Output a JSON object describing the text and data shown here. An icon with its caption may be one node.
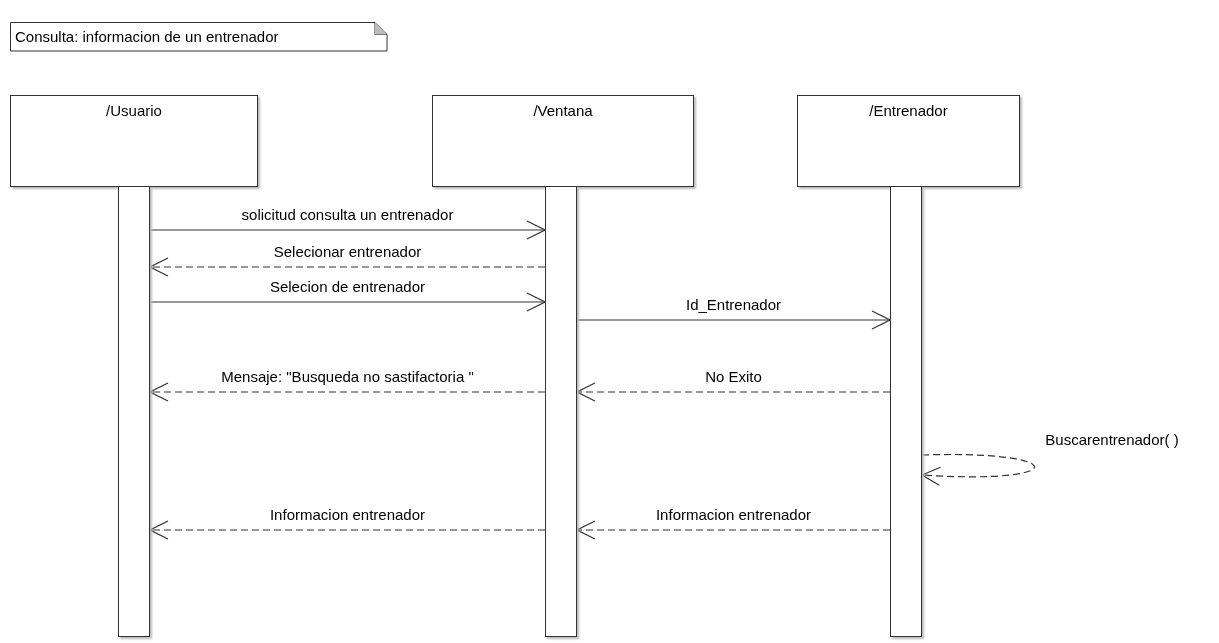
{
  "diagram": {
    "nodes": [
      {
        "text": [
          "Consulta: informacion de un entrenador"
        ]
      },
      {
        "text": [
          "/Usuario"
        ]
      },
      {
        "text": [
          "/Ventana"
        ]
      },
      {
        "text": [
          "/Entrenador"
        ]
      },
      {
        "text": [],
        "shape": "bar"
      },
      {
        "text": [],
        "shape": "bar"
      },
      {
        "text": [],
        "shape": "bar"
      }
    ],
    "edges": [
      {
        "from": 4,
        "to": 5,
        "arrow": "to",
        "label": "solicitud consulta un entrenador"
      },
      {
        "from": 5,
        "to": 4,
        "arrow": "to",
        "label": "Selecionar entrenador",
        "style": "dashed"
      },
      {
        "from": 4,
        "to": 5,
        "arrow": "to",
        "label": "Selecion de entrenador"
      },
      {
        "from": 5,
        "to": 6,
        "arrow": "to",
        "label": "Id_Entrenador"
      },
      {
        "from": 5,
        "to": 4,
        "arrow": "to",
        "label": "Mensaje: \"Busqueda no sastifactoria \"",
        "style": "dashed"
      },
      {
        "from": 6,
        "to": 5,
        "arrow": "to",
        "label": "No Exito",
        "style": "dashed"
      },
      {
        "from": 6,
        "to": 6,
        "arrow": "to",
        "label": "Buscarentrenador( )",
        "style": "dashed"
      },
      {
        "from": 5,
        "to": 4,
        "arrow": "to",
        "label": "Informacion entrenador",
        "style": "dashed"
      },
      {
        "from": 6,
        "to": 5,
        "arrow": "to",
        "label": "Informacion entrenador",
        "style": "dashed"
      }
    ]
  }
}
